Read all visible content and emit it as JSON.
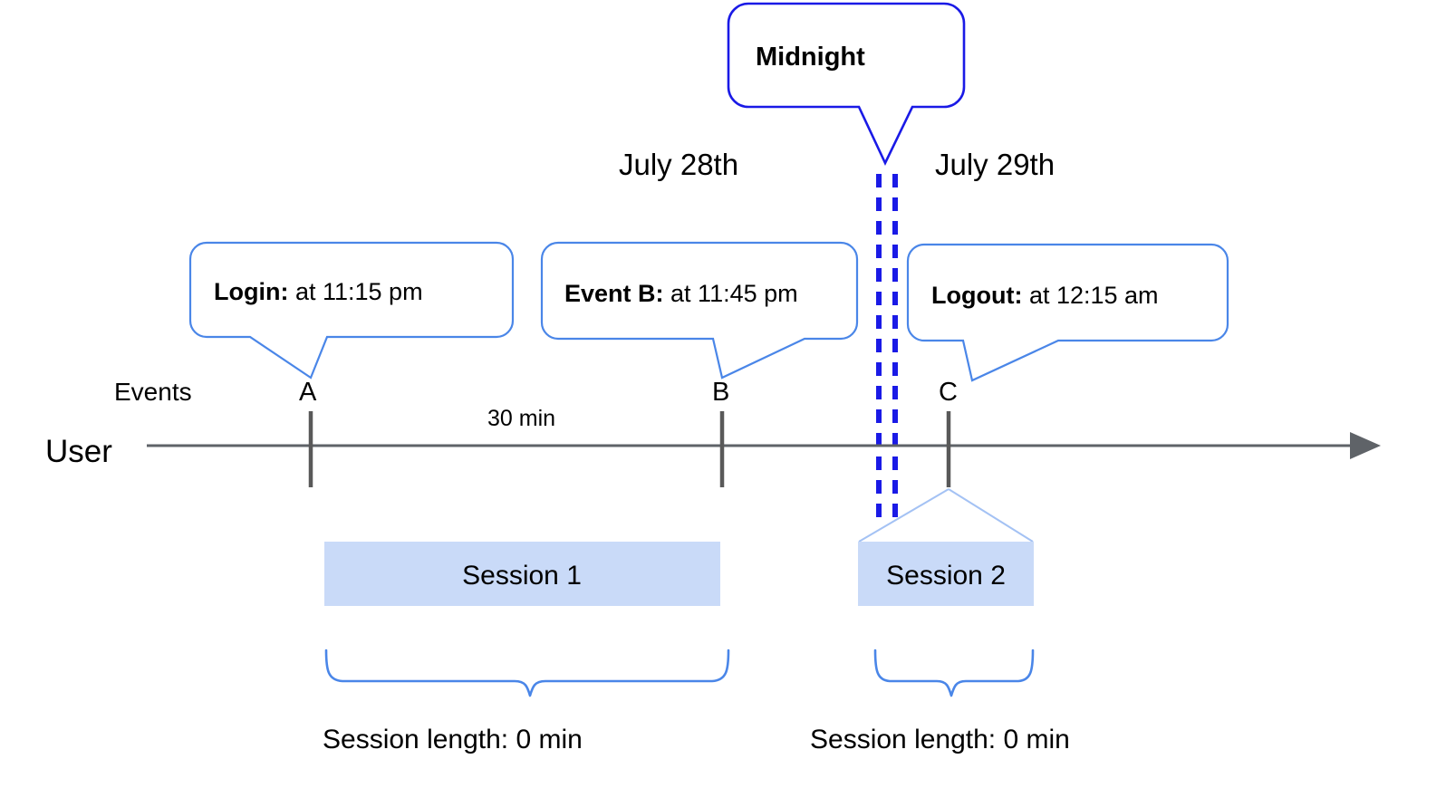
{
  "diagram": {
    "title_note": "User session timeline across midnight",
    "colors": {
      "callout_border_light": "#4a86e8",
      "callout_border_strong": "#1a1ae6",
      "midnight_dash": "#1a1ae6",
      "session_fill": "#c9daf8",
      "axis": "#5f6368",
      "tick": "#595959",
      "leader": "#a4c2f4",
      "text": "#000000"
    }
  },
  "midnight_callout": {
    "label": "Midnight"
  },
  "day_labels": {
    "left": "July 28th",
    "right": "July 29th"
  },
  "row_labels": {
    "events": "Events",
    "user": "User"
  },
  "event_markers": [
    {
      "id": "A",
      "label": "A"
    },
    {
      "id": "B",
      "label": "B"
    },
    {
      "id": "C",
      "label": "C"
    }
  ],
  "event_callouts": [
    {
      "id": "A",
      "bold": "Login:",
      "rest": " at 11:15 pm"
    },
    {
      "id": "B",
      "bold": "Event B:",
      "rest": " at 11:45 pm"
    },
    {
      "id": "C",
      "bold": "Logout:",
      "rest": " at 12:15 am"
    }
  ],
  "gap_label": {
    "text": "30 min"
  },
  "sessions": [
    {
      "id": "session-1",
      "label": "Session 1",
      "length_label": "Session length: 0 min"
    },
    {
      "id": "session-2",
      "label": "Session 2",
      "length_label": "Session length: 0 min"
    }
  ]
}
